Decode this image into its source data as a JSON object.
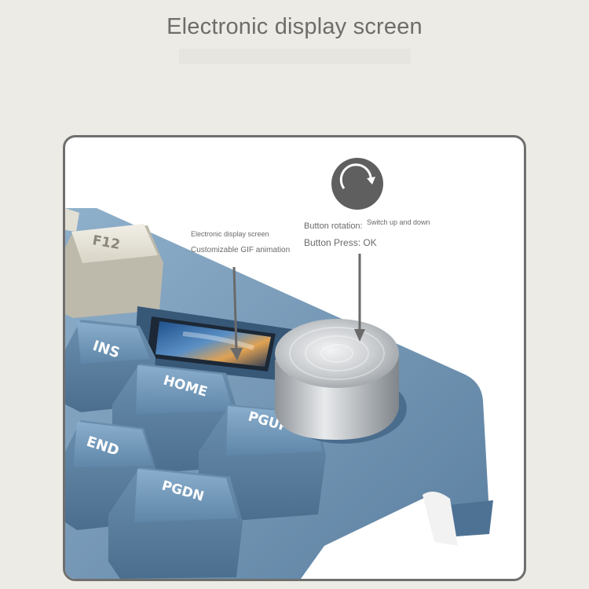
{
  "title": "Electronic display screen",
  "screen_callout": {
    "heading": "Electronic display screen",
    "subheading": "Customizable GIF animation"
  },
  "knob_callout": {
    "rotation_label": "Button rotation:",
    "rotation_value": "Switch up and down",
    "press_label": "Button Press: OK"
  },
  "keycaps": {
    "f12": "F12",
    "ins": "INS",
    "home": "HOME",
    "end": "END",
    "pgup": "PGUP",
    "pgdn": "PGDN"
  },
  "colors": {
    "keycap_blue": "#6f96b8",
    "keycap_cream": "#e9e6dc",
    "case_blue": "#6e93b3",
    "knob_silver": "#cfd2d4",
    "background": "#ecebe5"
  },
  "icons": {
    "rotation": "rotate-clockwise-icon"
  }
}
